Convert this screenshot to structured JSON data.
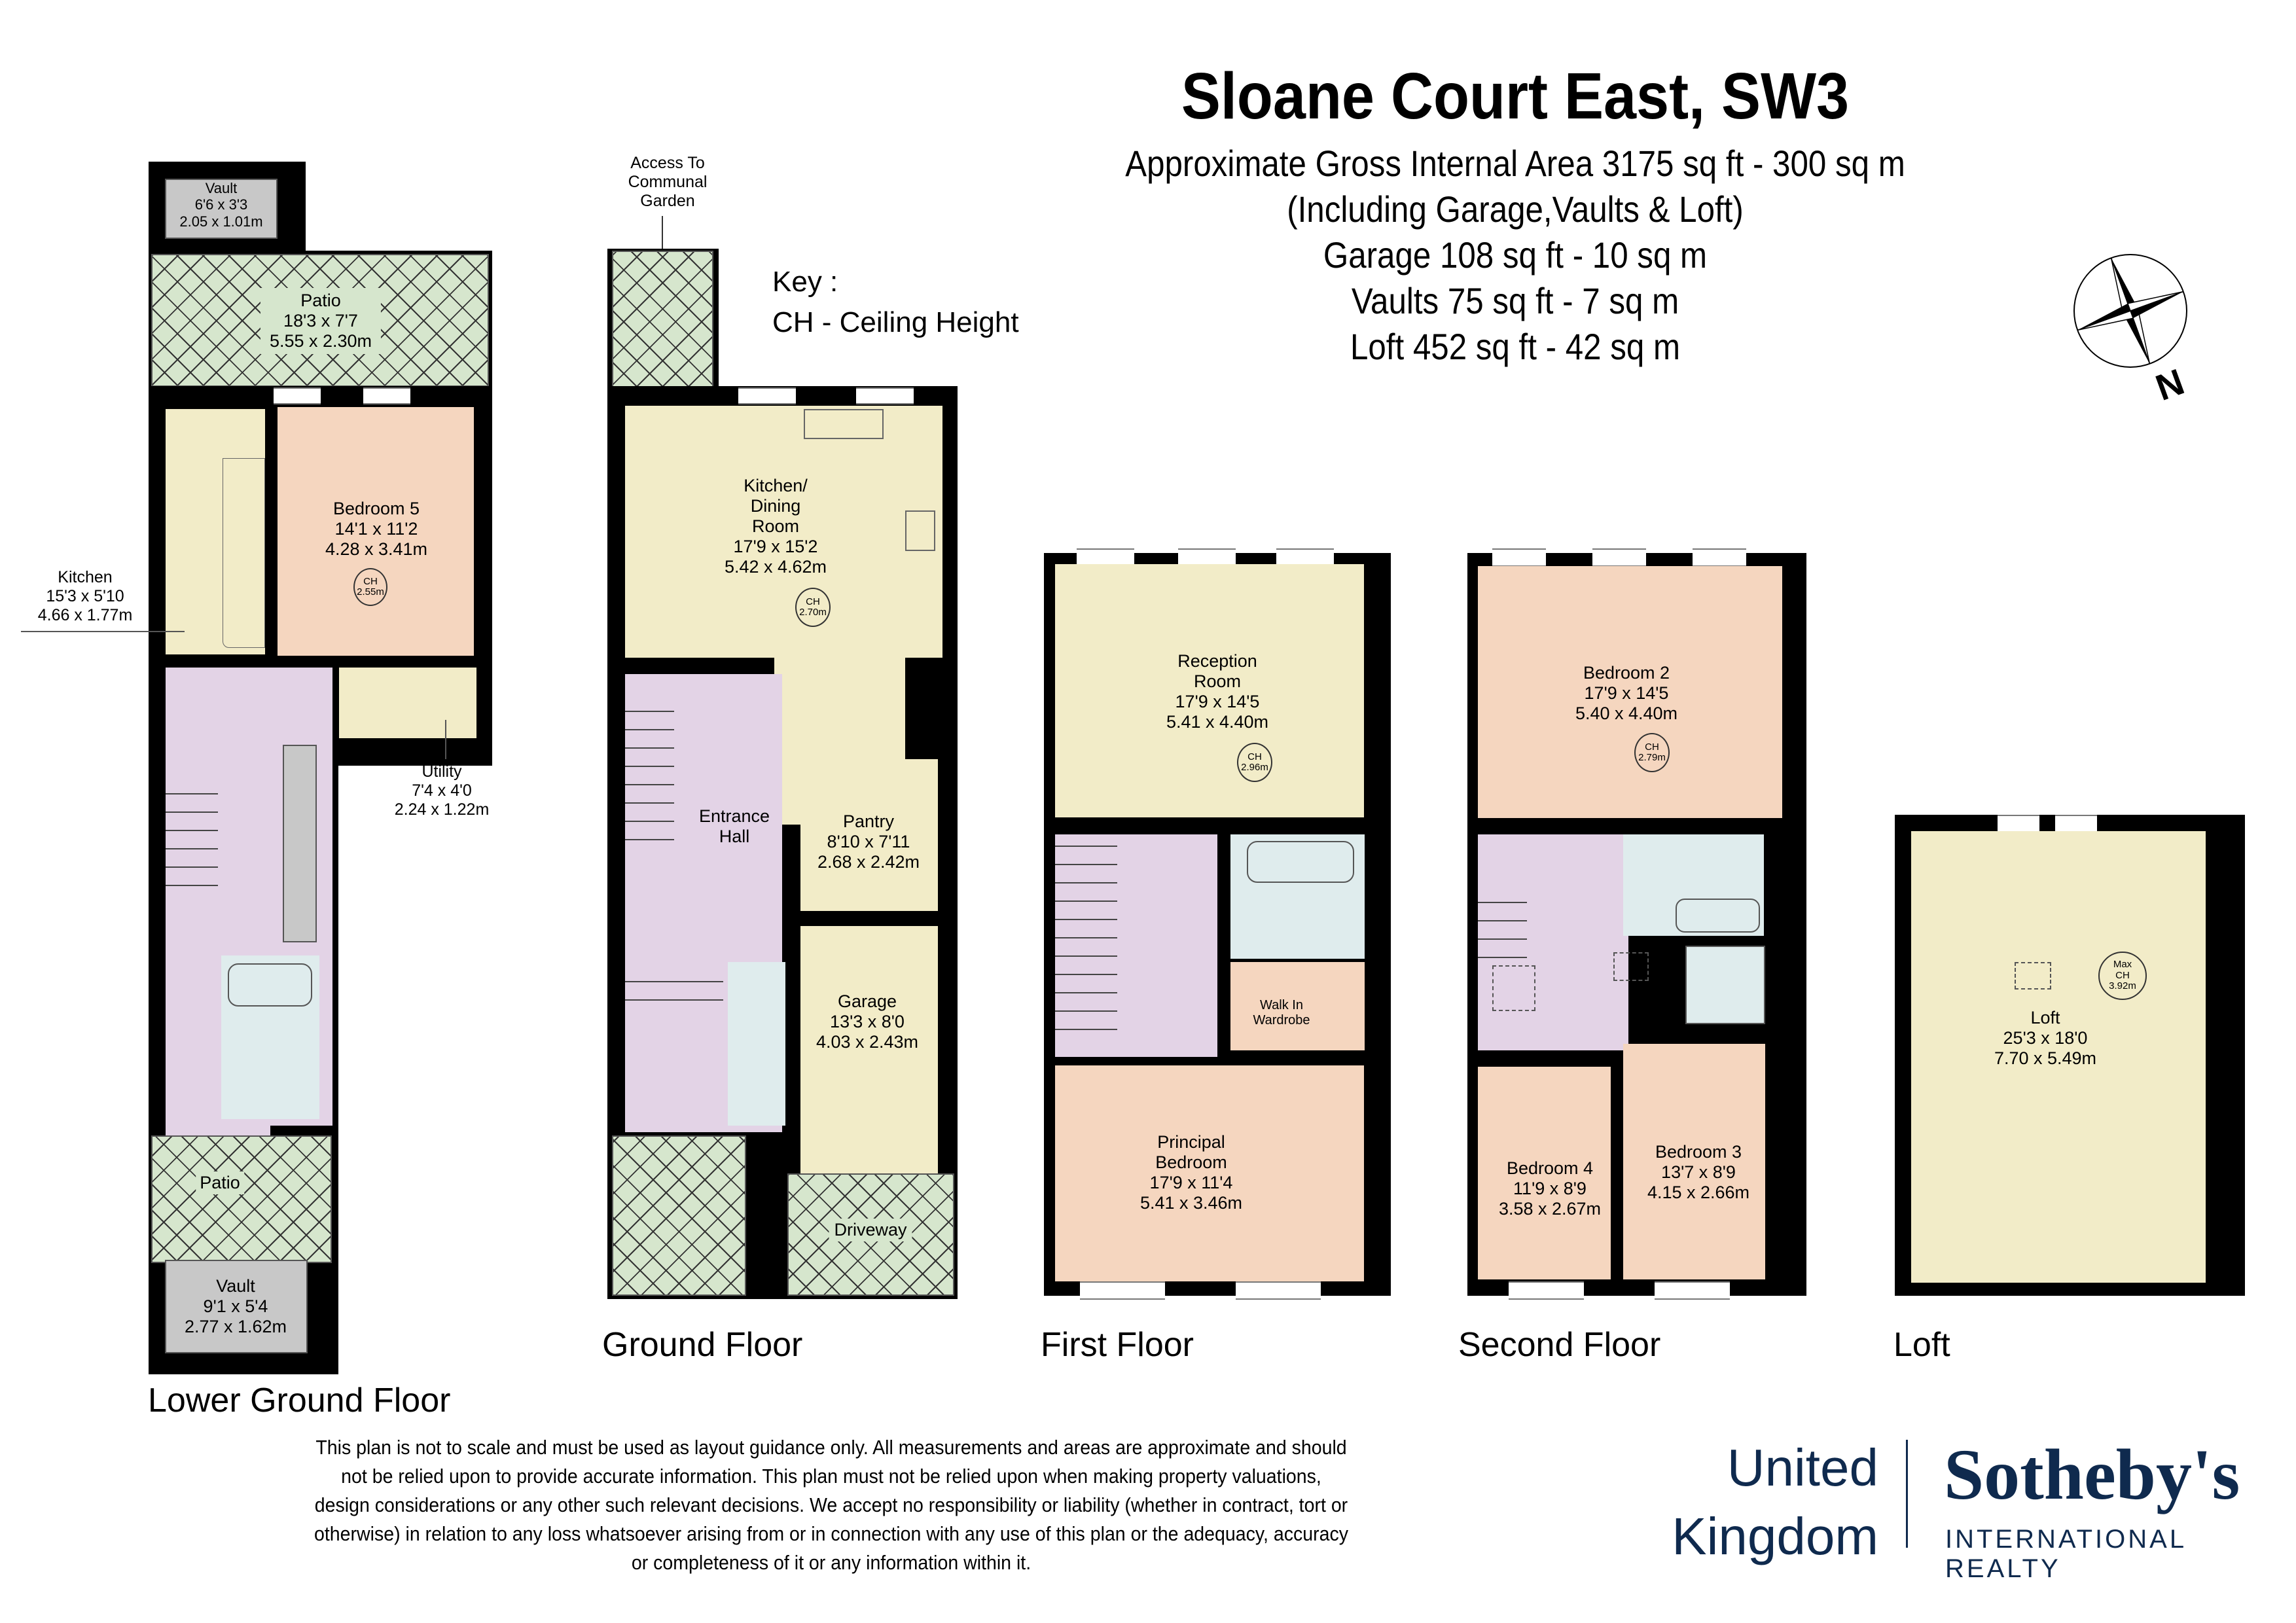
{
  "header": {
    "title": "Sloane Court East, SW3",
    "lines": [
      "Approximate Gross Internal Area 3175 sq ft - 300 sq m",
      "(Including Garage,Vaults & Loft)",
      "Garage 108 sq ft - 10 sq m",
      "Vaults 75 sq ft - 7 sq m",
      "Loft 452 sq ft - 42 sq m"
    ]
  },
  "key": {
    "title": "Key :",
    "entry": "CH - Ceiling Height"
  },
  "compass": {
    "icon": "compass-rose-icon",
    "label": "N"
  },
  "colors": {
    "wall": "#000000",
    "living": "#f2ecc8",
    "bedroom": "#f5d6bf",
    "circulation": "#e3d3e6",
    "bathroom": "#dfeced",
    "vault": "#c8c8c8",
    "outdoor": "#d6e6cd",
    "brand": "#0f2a4e"
  },
  "floors": {
    "lower_ground": {
      "title": "Lower Ground Floor",
      "rooms": {
        "vault_top": {
          "name": "Vault",
          "imperial": "6'6 x 3'3",
          "metric": "2.05 x 1.01m"
        },
        "patio_top": {
          "name": "Patio",
          "imperial": "18'3 x 7'7",
          "metric": "5.55 x 2.30m"
        },
        "bedroom5": {
          "name": "Bedroom 5",
          "imperial": "14'1 x 11'2",
          "metric": "4.28 x 3.41m",
          "ch_label": "CH",
          "ch": "2.55m"
        },
        "kitchen": {
          "name": "Kitchen",
          "imperial": "15'3 x 5'10",
          "metric": "4.66 x 1.77m"
        },
        "utility": {
          "name": "Utility",
          "imperial": "7'4 x 4'0",
          "metric": "2.24 x 1.22m"
        },
        "patio_bottom": {
          "name": "Patio"
        },
        "vault_bottom": {
          "name": "Vault",
          "imperial": "9'1 x 5'4",
          "metric": "2.77 x 1.62m"
        }
      }
    },
    "ground": {
      "title": "Ground Floor",
      "access_note": [
        "Access To",
        "Communal",
        "Garden"
      ],
      "rooms": {
        "kitchen_dining": {
          "name_lines": [
            "Kitchen/",
            "Dining",
            "Room"
          ],
          "imperial": "17'9 x 15'2",
          "metric": "5.42 x 4.62m",
          "ch_label": "CH",
          "ch": "2.70m"
        },
        "entrance_hall": {
          "name_lines": [
            "Entrance",
            "Hall"
          ]
        },
        "pantry": {
          "name": "Pantry",
          "imperial": "8'10 x 7'11",
          "metric": "2.68 x 2.42m"
        },
        "garage": {
          "name": "Garage",
          "imperial": "13'3 x 8'0",
          "metric": "4.03 x 2.43m"
        },
        "driveway": {
          "name": "Driveway"
        }
      }
    },
    "first": {
      "title": "First Floor",
      "rooms": {
        "reception": {
          "name_lines": [
            "Reception",
            "Room"
          ],
          "imperial": "17'9 x 14'5",
          "metric": "5.41 x 4.40m",
          "ch_label": "CH",
          "ch": "2.96m"
        },
        "walk_in_wardrobe": {
          "name_lines": [
            "Walk In",
            "Wardrobe"
          ]
        },
        "principal_bedroom": {
          "name_lines": [
            "Principal",
            "Bedroom"
          ],
          "imperial": "17'9 x 11'4",
          "metric": "5.41 x 3.46m"
        }
      }
    },
    "second": {
      "title": "Second Floor",
      "rooms": {
        "bedroom2": {
          "name": "Bedroom 2",
          "imperial": "17'9 x 14'5",
          "metric": "5.40 x 4.40m",
          "ch_label": "CH",
          "ch": "2.79m"
        },
        "bedroom4": {
          "name": "Bedroom 4",
          "imperial": "11'9 x 8'9",
          "metric": "3.58 x 2.67m"
        },
        "bedroom3": {
          "name": "Bedroom 3",
          "imperial": "13'7 x 8'9",
          "metric": "4.15 x 2.66m"
        }
      }
    },
    "loft": {
      "title": "Loft",
      "rooms": {
        "loft": {
          "name": "Loft",
          "imperial": "25'3 x 18'0",
          "metric": "7.70 x 5.49m",
          "ch_lines": [
            "Max",
            "CH",
            "3.92m"
          ]
        }
      }
    }
  },
  "disclaimer": [
    "This plan is not to scale and must be used as layout guidance only. All measurements and areas are approximate and should",
    "not be relied upon to provide accurate information. This plan must not be relied upon when making property valuations,",
    "design considerations or any other such relevant decisions. We accept no responsibility or liability (whether in contract, tort or",
    "otherwise) in relation to any loss whatsoever arising from or in connection with any use of this plan or the adequacy, accuracy",
    "or completeness of it or any information within it."
  ],
  "brand": {
    "region_line1": "United",
    "region_line2": "Kingdom",
    "name": "Sotheby's",
    "tagline": "INTERNATIONAL REALTY"
  }
}
